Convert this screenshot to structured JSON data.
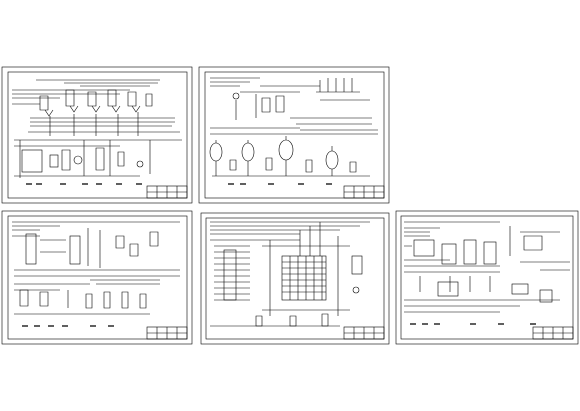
{
  "sheets": [
    {
      "id": "sheet-1",
      "style": "process-a"
    },
    {
      "id": "sheet-2",
      "style": "vessels"
    },
    {
      "id": "sheet-3",
      "style": "process-b"
    },
    {
      "id": "sheet-4",
      "style": "grid-unit"
    },
    {
      "id": "sheet-5",
      "style": "process-c"
    }
  ],
  "colors": {
    "line": "#000000",
    "background": "#ffffff"
  }
}
